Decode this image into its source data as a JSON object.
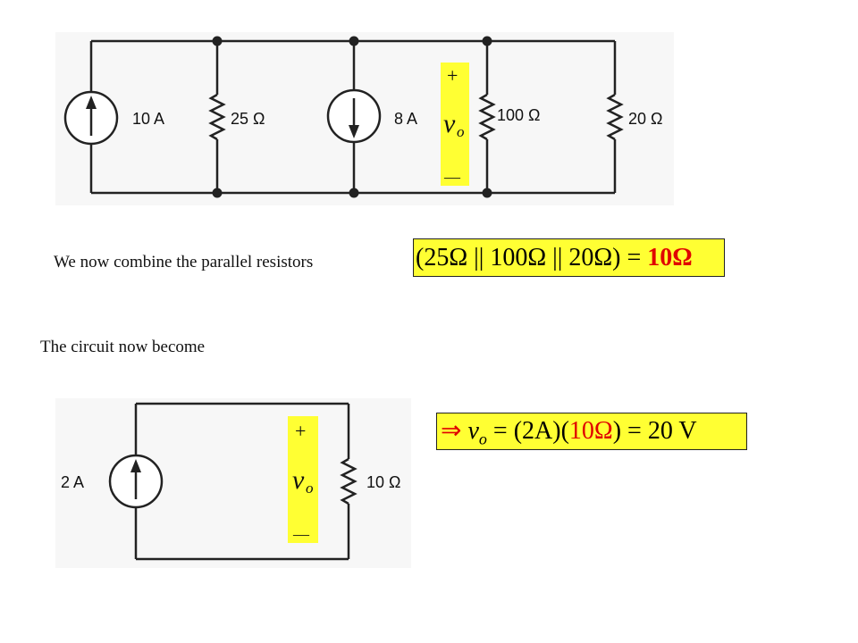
{
  "circuit1": {
    "source1_label": "10 A",
    "r1_label": "25 Ω",
    "source2_label": "8 A",
    "r2_label": "100 Ω",
    "r3_label": "20 Ω",
    "vo_plus": "+",
    "vo_var": "v",
    "vo_sub": "o",
    "vo_minus": "—"
  },
  "caption1": "We now combine the parallel resistors",
  "equation1": {
    "lhs": "(25Ω || 100Ω || 20Ω) = ",
    "result": "10Ω",
    "result_color": "#e00000"
  },
  "caption2": "The circuit now become",
  "circuit2": {
    "source_label": "2 A",
    "r_label": "10 Ω",
    "vo_plus": "+",
    "vo_var": "v",
    "vo_sub": "o",
    "vo_minus": "—"
  },
  "equation2": {
    "implies": "⇒",
    "var": "v",
    "sub": "o",
    "eq_part1": " = (2A)(",
    "highlight": "10Ω",
    "highlight_color": "#e00000",
    "eq_part2": ") = 20 V"
  }
}
